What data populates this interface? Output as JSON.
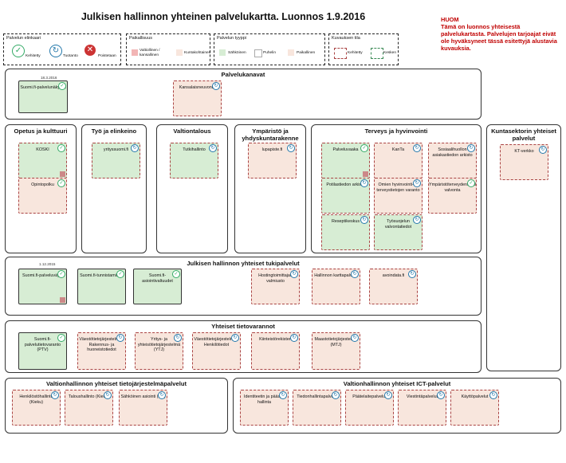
{
  "title": "Julkisen hallinnon yhteinen palvelukartta. Luonnos 1.9.2016",
  "note": "HUOM\nTämä on luonnos yhteisestä palvelukartasta. Palvelujen tarjoajat eivät ole hyväksyneet tässä esitettyjä alustavia kuvauksia.",
  "legend": {
    "elinkaari": {
      "title": "Palvelun elinkaari",
      "items": [
        "Kehitetty",
        "Tuotanto",
        "Poistetaan"
      ]
    },
    "paikallisuus": {
      "title": "Paikallisuus",
      "items": [
        "Valtiollinen / kansallinen",
        "Kuntakohtainen"
      ]
    },
    "tyyppi": {
      "title": "Palvelun tyyppi",
      "items": [
        "Sähköinen",
        "Puhelin",
        "Paikallinen"
      ]
    },
    "kuvaus": {
      "title": "Kuvauksen tila",
      "items": [
        "Kehitetty",
        "Kesken"
      ]
    }
  },
  "colors": {
    "kaytossa_fill": "#d7edd4",
    "kehitteilla_fill": "#f8e6dd",
    "note_red": "#c00000",
    "dash_red": "#aa4444",
    "dash_green": "#3a8a55"
  },
  "panels": {
    "palvelukanavat": {
      "title": "Palvelukanavat",
      "date": "18.3.2016",
      "cards": [
        {
          "label": "Suomi.fi-palvelunäkymä",
          "state": "kaytossa"
        },
        {
          "label": "Kansalaisneuvonta",
          "state": "kehitteilla"
        }
      ]
    },
    "opetus": {
      "title": "Opetus ja kulttuuri",
      "cards": [
        {
          "label": "KOSKI",
          "state": "kaytossa"
        },
        {
          "label": "Opintopolku",
          "state": "kehitteilla"
        }
      ]
    },
    "tyo": {
      "title": "Työ ja elinkeino",
      "cards": [
        {
          "label": "yrityssuomi.fi",
          "state": "kaytossa"
        }
      ]
    },
    "valtiontalous": {
      "title": "Valtiontalous",
      "cards": [
        {
          "label": "Tutkihallinto",
          "state": "kaytossa"
        }
      ]
    },
    "ymparisto": {
      "title": "Ympäristö ja yhdyskuntarakenne",
      "cards": [
        {
          "label": "lupapiste.fi",
          "state": "kehitteilla"
        }
      ]
    },
    "terveys": {
      "title": "Terveys ja hyvinvointi",
      "cards": [
        {
          "label": "Palveluvaaka",
          "state": "kaytossa"
        },
        {
          "label": "KanTa",
          "state": "kehitteilla"
        },
        {
          "label": "Sosiaalihuollon asiakastiedon arkisto",
          "state": "kehitteilla"
        },
        {
          "label": "Potilastiedon arkisto",
          "state": "kaytossa"
        },
        {
          "label": "Omien hyvinvointi- ja terveystietojen varanto",
          "state": "kehitteilla"
        },
        {
          "label": "Ympäristöterveydenhuollon valvonta",
          "state": "kehitteilla"
        },
        {
          "label": "Reseptikeskus",
          "state": "kaytossa"
        },
        {
          "label": "Työsuojelun valvontatiedot",
          "state": "kaytossa"
        }
      ]
    },
    "kuntasektori": {
      "title": "Kuntasektorin yhteiset palvelut",
      "cards": [
        {
          "label": "KT-verkko",
          "state": "kehitteilla"
        }
      ]
    },
    "tukipalvelut": {
      "title": "Julkisen hallinnon yhteiset tukipalvelut",
      "date": "1.12.2015",
      "cards": [
        {
          "label": "Suomi.fi-palveluväylä",
          "state": "kaytossa"
        },
        {
          "label": "Suomi.fi-tunnistaminen",
          "state": "kaytossa"
        },
        {
          "label": "Suomi.fi-asiointivaltuudet",
          "state": "kaytossa"
        },
        {
          "label": "Hostingtoimittajan valmiusto",
          "state": "kehitteilla"
        },
        {
          "label": "Hallinnon karttapalvelu",
          "state": "kehitteilla"
        },
        {
          "label": "avoindata.fi",
          "state": "kehitteilla"
        }
      ]
    },
    "tietovarannot": {
      "title": "Yhteiset tietovarannot",
      "cards": [
        {
          "label": "Suomi.fi-palvelutietovaranto (PTV)",
          "state": "kaytossa"
        },
        {
          "label": "Väestötietojärjestelmä - Rakennus- ja huoneistotiedot",
          "state": "kehitteilla"
        },
        {
          "label": "Yritys- ja yhteisötietojärjestelmä (YTJ)",
          "state": "kehitteilla"
        },
        {
          "label": "Väestötietojärjestelmä - Henkilötiedot",
          "state": "kehitteilla"
        },
        {
          "label": "Kiinteistörekisteri",
          "state": "kehitteilla"
        },
        {
          "label": "Maastotietojärjestelmä (MTJ)",
          "state": "kehitteilla"
        }
      ]
    },
    "tietojarjestelma": {
      "title": "Valtionhallinnon yhteiset tietojärjestelmäpalvelut",
      "cards": [
        {
          "label": "Henkilöstöhallinto (Kieku)",
          "state": "kehitteilla"
        },
        {
          "label": "Taloushallinto (Kieku)",
          "state": "kehitteilla"
        },
        {
          "label": "Sähköinen asiointi (VY)",
          "state": "kehitteilla"
        }
      ]
    },
    "ict": {
      "title": "Valtionhallinnon yhteiset ICT-palvelut",
      "cards": [
        {
          "label": "Identiteetin ja pääsyn hallinta",
          "state": "kehitteilla"
        },
        {
          "label": "Tiedonhallintapalvelu",
          "state": "kehitteilla"
        },
        {
          "label": "Päätelaitepalvelut",
          "state": "kehitteilla"
        },
        {
          "label": "Viestintäpalvelut",
          "state": "kehitteilla"
        },
        {
          "label": "Käyttöpalvelut",
          "state": "kehitteilla"
        }
      ]
    }
  }
}
